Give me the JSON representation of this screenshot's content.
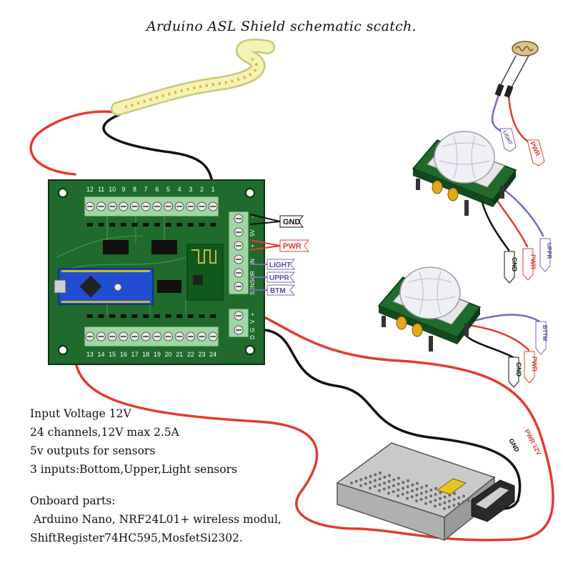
{
  "title": "Arduino ASL Shield schematic scatch.",
  "colors": {
    "pcb": "#1f6a2c",
    "pcb_dark": "#14481d",
    "terminal": "#9fd6a3",
    "wire_red": "#e23c2c",
    "wire_black": "#111111",
    "wire_purple": "#7a68b8",
    "led_strip": "#f3f3b8",
    "nano": "#1f4fd0"
  },
  "board": {
    "top_pins": [
      "12",
      "11",
      "10",
      "9",
      "8",
      "7",
      "6",
      "5",
      "4",
      "3",
      "2",
      "1"
    ],
    "bottom_pins": [
      "13",
      "14",
      "15",
      "16",
      "17",
      "18",
      "19",
      "20",
      "21",
      "22",
      "23",
      "24"
    ],
    "side_top_labels": [
      "-",
      "5V",
      "+",
      "IN",
      "SENSOR"
    ],
    "side_bottom_labels": [
      "+",
      "V",
      "G",
      "D"
    ]
  },
  "board_tags": {
    "gnd": "GND",
    "pwr": "PWR",
    "light": "LIGHT",
    "uppr": "UPPR",
    "btm": "BTM"
  },
  "sensor_tags": {
    "ldr_light": "LIGHT",
    "ldr_pwr": "PWR",
    "pir1_gnd": "GND",
    "pir1_pwr": "PWR",
    "pir1_uppr": "UPPR",
    "pir2_gnd": "GND",
    "pir2_pwr": "PWR",
    "pir2_bttm": "BTTM"
  },
  "psu_labels": {
    "pwr": "PWR 12V",
    "gnd": "GND"
  },
  "notes": [
    "Input Voltage 12V",
    "24 channels,12V max 2.5A",
    "5v outputs for sensors",
    "3 inputs:Bottom,Upper,Light sensors"
  ],
  "onboard_title": "Onboard parts:",
  "onboard": [
    " Arduino Nano, NRF24L01+ wireless modul,",
    "ShiftRegister74HC595,MosfetSi2302."
  ]
}
